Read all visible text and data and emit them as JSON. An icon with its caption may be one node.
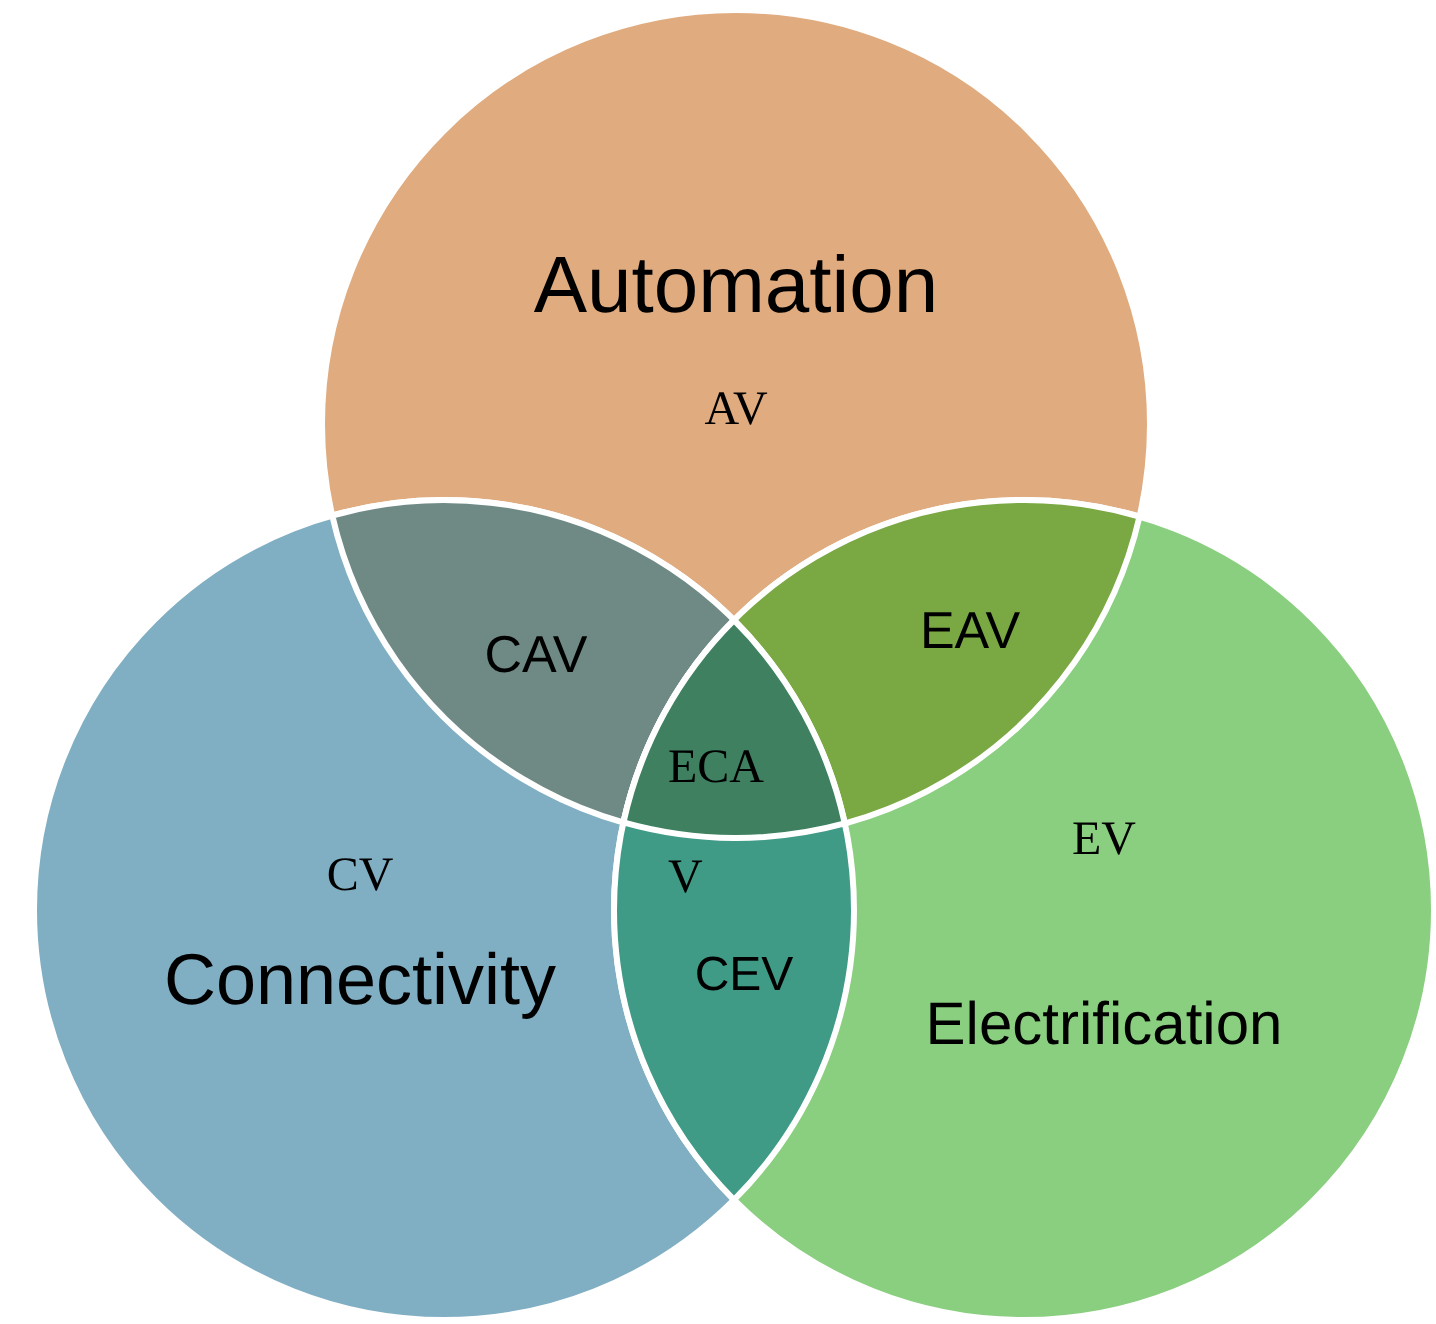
{
  "diagram": {
    "nodes": [
      {
        "text": [
          "Automation",
          "AV"
        ]
      },
      {
        "text": [
          "CV",
          "Connectivity"
        ]
      },
      {
        "text": [
          "EV",
          "Electrification"
        ]
      }
    ],
    "labels": [
      "CAV",
      "EAV",
      "ECAV",
      "CEV"
    ]
  }
}
